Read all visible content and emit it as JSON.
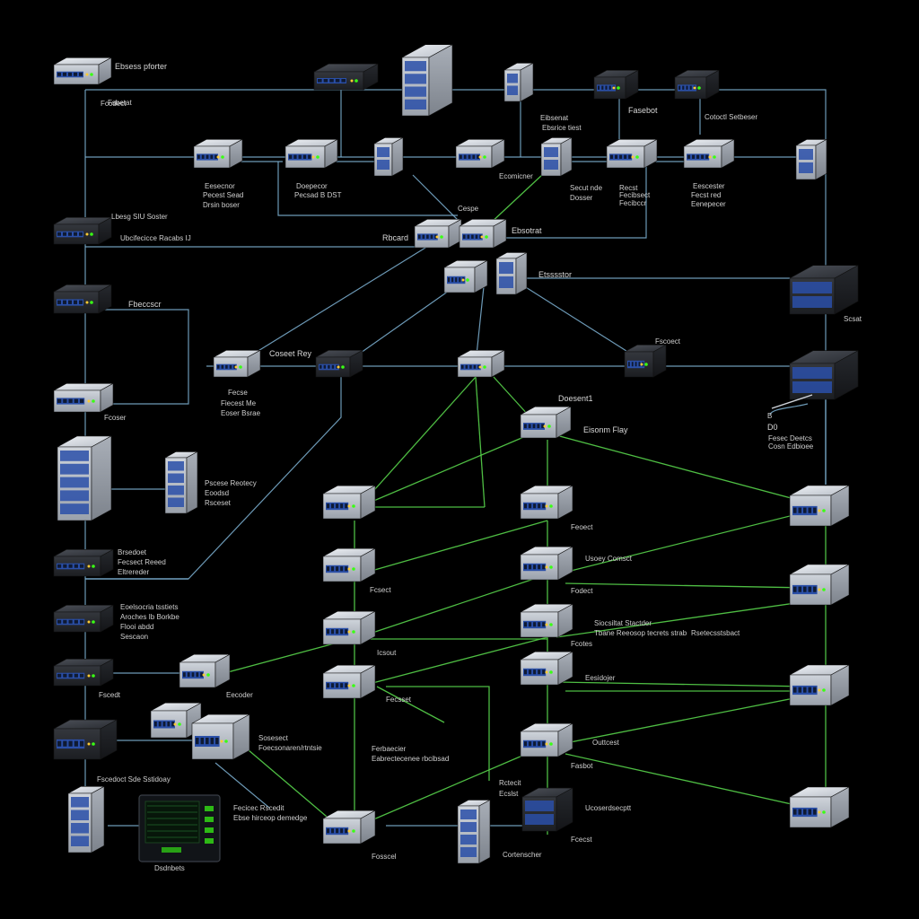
{
  "diagram": {
    "background": "#000000",
    "colors": {
      "link_blue": "#7fb4d6",
      "link_green": "#57d24a",
      "device_light": "#c9ced6",
      "device_dark": "#2c2f35",
      "port_blue": "#2a4fa8",
      "led_green": "#39ff14",
      "label": "#d8d8d8"
    },
    "labels": {
      "l1": "Ebsess pforter",
      "l2": "Fcodect",
      "l3": "Eibsenat",
      "l4": "Ebsrice tiest",
      "l5": "Fasebot",
      "l6": "Cotoctl Setbeser",
      "l7": "Eesecnor",
      "l8": "Pecest Sead",
      "l9": "Drsin boser",
      "l10": "Doepecor",
      "l11": "Pecsad B DST",
      "l12": "Ecomicner",
      "l13": "Secut nde",
      "l14": "Dosser",
      "l15": "Recst",
      "l16": "Fecibsect",
      "l17": "Fecibccr",
      "l18": "Eescester",
      "l19": "Fecst red",
      "l20": "Eenepecer",
      "l21": "Lbesg SIU Soster",
      "l22": "Ubcifecicce Racabs IJ",
      "l23": "Cespe",
      "l24": "Ebsotrat",
      "l25": "Rbcard",
      "l26": "Etsssstor",
      "l27": "Fbeccscr",
      "l28": "Coseet Rey",
      "l29": "Fecse",
      "l30": "Fiecest Me",
      "l31": "Eoser Bsrae",
      "l32": "Fcoser",
      "l33": "Scsat",
      "l34": "Fscoect",
      "l35": "Doesent1",
      "l36": "Eisonm Flay",
      "l37": "Pscese Reotecy",
      "l38": "Eoodsd",
      "l39": "Rsceset",
      "l40": "Brsedoet",
      "l41": "Fecsect Reeed",
      "l42": "Eltrereder",
      "l43": "Fcsect",
      "l44": "Usoey Comsct",
      "l45": "Feoect",
      "l46": "Fodect",
      "l47": "Eoelsocria tsstiets",
      "l48": "Aroches Ib Borkbe",
      "l49": "Flooi abdd",
      "l50": "Sescaon",
      "l51": "Icsout",
      "l52": "Siocsiltat Stactder",
      "l53": "Tbane Reeosop tecrets strab",
      "l54": "Rsetecsstsbact",
      "l55": "Fcotes",
      "l56": "Fscedt",
      "l57": "Eecoder",
      "l58": "Fecsset",
      "l59": "Eesidojer",
      "l60": "Sosesect",
      "l61": "Foecsonaren/rtntsie",
      "l62": "Ferbaecier",
      "l63": "Eabrectecenee rbcibsad",
      "l64": "Outtcest",
      "l65": "Fasbot",
      "l66": "Fscedoct Sde Sstidoay",
      "l67": "Rctecit",
      "l68": "Ecslst",
      "l69": "Ucoserdsecptt",
      "l70": "Fecicec Rscedit",
      "l71": "Ebse hirceop demedge",
      "l72": "Fcecst",
      "l73": "Fosscel",
      "l74": "Cortenscher",
      "l75": "Dsdnbets",
      "l76": "B",
      "l77": "D0",
      "l78": "Fesec Deetcs",
      "l79": "Cosn Edbioee",
      "l80": "Fsbetat"
    }
  }
}
